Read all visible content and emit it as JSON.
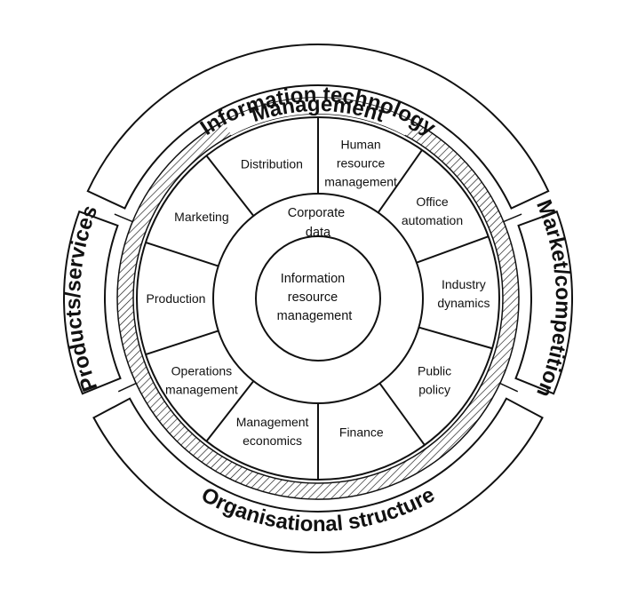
{
  "outer_ring": {
    "top": "Information technology",
    "left": "Products/services",
    "right": "Market/competition",
    "bottom": "Organisational structure"
  },
  "management_ring": {
    "label": "Management"
  },
  "segments": [
    {
      "id": "hrm",
      "lines": [
        "Human",
        "resource",
        "management"
      ]
    },
    {
      "id": "office",
      "lines": [
        "Office",
        "automation"
      ]
    },
    {
      "id": "industry",
      "lines": [
        "Industry",
        "dynamics"
      ]
    },
    {
      "id": "public",
      "lines": [
        "Public",
        "policy"
      ]
    },
    {
      "id": "finance",
      "lines": [
        "Finance"
      ]
    },
    {
      "id": "mgmt-econ",
      "lines": [
        "Management",
        "economics"
      ]
    },
    {
      "id": "ops",
      "lines": [
        "Operations",
        "management"
      ]
    },
    {
      "id": "production",
      "lines": [
        "Production"
      ]
    },
    {
      "id": "marketing",
      "lines": [
        "Marketing"
      ]
    },
    {
      "id": "distribution",
      "lines": [
        "Distribution"
      ]
    }
  ],
  "inner_ring": {
    "lines": [
      "Corporate",
      "data"
    ]
  },
  "core": {
    "lines": [
      "Information",
      "resource",
      "management"
    ]
  }
}
